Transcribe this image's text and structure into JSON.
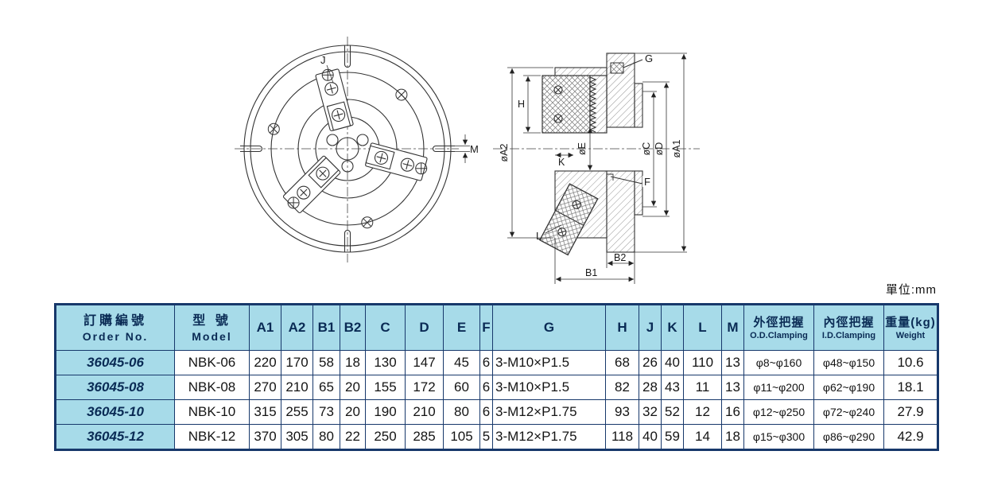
{
  "unit_label": "單位:mm",
  "diagram": {
    "front_labels": {
      "j": "J",
      "m": "M"
    },
    "side_labels": {
      "g": "G",
      "h": "H",
      "k": "K",
      "f": "F",
      "l": "L",
      "b1": "B1",
      "b2": "B2",
      "a1": "øA1",
      "a2": "øA2",
      "c": "øC",
      "d": "øD",
      "e": "øE"
    }
  },
  "colors": {
    "header_bg": "#a7dbe9",
    "border": "#17386b",
    "header_text": "#0a2b55"
  },
  "table": {
    "columns": [
      {
        "zh": "訂購編號",
        "en": "Order No."
      },
      {
        "zh": "型 號",
        "en": "Model"
      },
      {
        "label": "A1"
      },
      {
        "label": "A2"
      },
      {
        "label": "B1"
      },
      {
        "label": "B2"
      },
      {
        "label": "C"
      },
      {
        "label": "D"
      },
      {
        "label": "E"
      },
      {
        "label": "F"
      },
      {
        "label": "G"
      },
      {
        "label": "H"
      },
      {
        "label": "J"
      },
      {
        "label": "K"
      },
      {
        "label": "L"
      },
      {
        "label": "M"
      },
      {
        "zh": "外徑把握",
        "en": "O.D.Clamping",
        "small": true
      },
      {
        "zh": "內徑把握",
        "en": "I.D.Clamping",
        "small": true
      },
      {
        "zh": "重量(kg)",
        "en": "Weight",
        "small": true
      }
    ],
    "rows": [
      [
        "36045-06",
        "NBK-06",
        "220",
        "170",
        "58",
        "18",
        "130",
        "147",
        "45",
        "6",
        "3-M10×P1.5",
        "68",
        "26",
        "40",
        "110",
        "13",
        "φ8~φ160",
        "φ48~φ150",
        "10.6"
      ],
      [
        "36045-08",
        "NBK-08",
        "270",
        "210",
        "65",
        "20",
        "155",
        "172",
        "60",
        "6",
        "3-M10×P1.5",
        "82",
        "28",
        "43",
        "11",
        "13",
        "φ11~φ200",
        "φ62~φ190",
        "18.1"
      ],
      [
        "36045-10",
        "NBK-10",
        "315",
        "255",
        "73",
        "20",
        "190",
        "210",
        "80",
        "6",
        "3-M12×P1.75",
        "93",
        "32",
        "52",
        "12",
        "16",
        "φ12~φ250",
        "φ72~φ240",
        "27.9"
      ],
      [
        "36045-12",
        "NBK-12",
        "370",
        "305",
        "80",
        "22",
        "250",
        "285",
        "105",
        "5",
        "3-M12×P1.75",
        "118",
        "40",
        "59",
        "14",
        "18",
        "φ15~φ300",
        "φ86~φ290",
        "42.9"
      ]
    ]
  }
}
